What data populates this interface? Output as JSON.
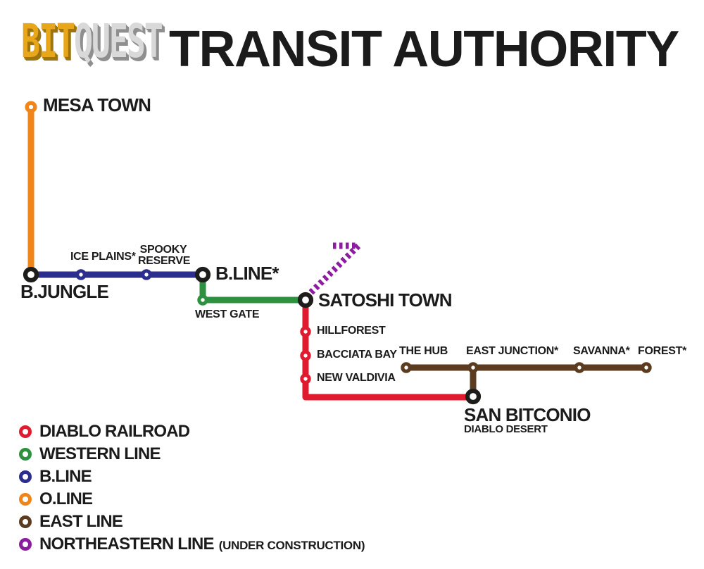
{
  "header": {
    "logo_bit": "BIT",
    "logo_quest": "QUEST",
    "title": "TRANSIT AUTHORITY"
  },
  "colors": {
    "bg": "#ffffff",
    "text": "#1b1b1b",
    "ink_black": "#1d1d1b",
    "line_red": "#e01b2f",
    "line_green": "#2e9140",
    "line_blue": "#2b2e8c",
    "line_orange": "#f08519",
    "line_brown": "#5c3c20",
    "line_purple": "#8b1d9e",
    "logo_gold": "#e8a61b",
    "logo_gold_depth": "#9c7410",
    "logo_gray": "#d9d9d9",
    "logo_gray_depth": "#8f8f8f"
  },
  "map": {
    "stations": {
      "mesa_town": "MESA TOWN",
      "b_jungle": "B.JUNGLE",
      "ice_plains": "ICE PLAINS*",
      "spooky_reserve": "SPOOKY\nRESERVE",
      "b_line_star": "B.LINE*",
      "west_gate": "WEST GATE",
      "satoshi_town": "SATOSHI TOWN",
      "hillforest": "HILLFOREST",
      "bacciata_bay": "BACCIATA BAY",
      "new_valdivia": "NEW VALDIVIA",
      "the_hub": "THE HUB",
      "east_junction": "EAST JUNCTION*",
      "savanna": "SAVANNA*",
      "forest": "FOREST*",
      "san_bitconio": "SAN BITCONIO",
      "san_bitconio_subtitle": "DIABLO DESERT"
    }
  },
  "legend": {
    "items": [
      {
        "label": "DIABLO RAILROAD",
        "color": "#e01b2f"
      },
      {
        "label": "WESTERN LINE",
        "color": "#2e9140"
      },
      {
        "label": "B.LINE",
        "color": "#2b2e8c"
      },
      {
        "label": "O.LINE",
        "color": "#f08519"
      },
      {
        "label": "EAST LINE",
        "color": "#5c3c20"
      },
      {
        "label": "NORTHEASTERN LINE",
        "color": "#8b1d9e",
        "note": "(UNDER CONSTRUCTION)"
      }
    ]
  }
}
